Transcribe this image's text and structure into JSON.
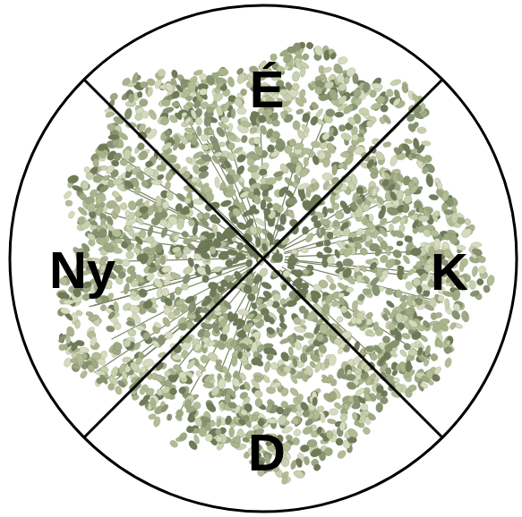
{
  "diagram": {
    "labels": [
      "É",
      "Ny",
      "K",
      "D"
    ]
  }
}
